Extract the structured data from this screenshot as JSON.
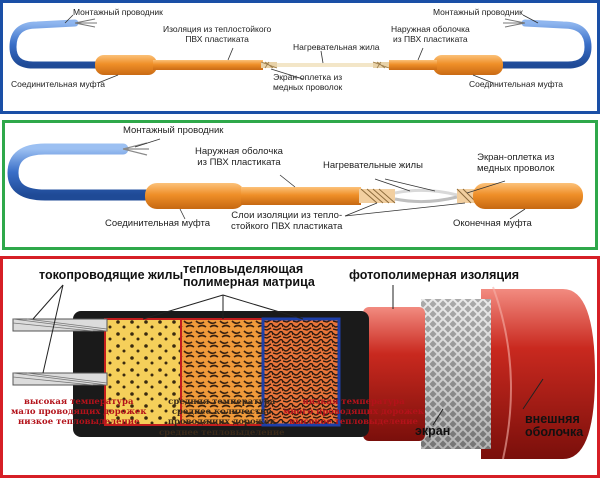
{
  "panel1": {
    "montazh_left": "Монтажный проводник",
    "montazh_right": "Монтажный проводник",
    "insulation": "Изоляция из теплостойкого\nПВХ пластиката",
    "heating_wire": "Нагревательная жила",
    "outer_sheath": "Наружная оболочка\nиз ПВХ пластиката",
    "screen": "Экран-оплетка из\nмедных проволок",
    "coupling_left": "Соединительная муфта",
    "coupling_right": "Соединительная муфта"
  },
  "panel2": {
    "montazh": "Монтажный проводник",
    "outer_sheath": "Наружная оболочка\nиз ПВХ пластиката",
    "heating_wires": "Нагревательные жилы",
    "screen": "Экран-оплетка из\nмедных проволок",
    "coupling": "Соединительная муфта",
    "insulation_layers": "Слои изоляции из тепло-\nстойкого ПВХ пластиката",
    "end_coupling": "Оконечная муфта"
  },
  "panel3": {
    "conductors": "токопроводящие жилы",
    "matrix": "тепловыделяющая\nполимерная матрица",
    "photopolymer": "фотополимерная изоляция",
    "zone_high": "высокая температура\nмало проводящих дорожек\nнизкое тепловыделение",
    "zone_mid": "средняя температура\nсреднее количество\nпроводящих дорожек\nсреднее тепловыделение",
    "zone_low": "низкая температура\nмного проводящих дорожек\nвысокое тепловыделение",
    "screen": "экран",
    "outer": "внешняя\nоболочка"
  },
  "colors": {
    "panel1_border": "#1a4fa6",
    "panel2_border": "#2ea84a",
    "panel3_border": "#d61f26",
    "cable_orange": "#f0962e",
    "wire_blue": "#3a6fc8"
  }
}
